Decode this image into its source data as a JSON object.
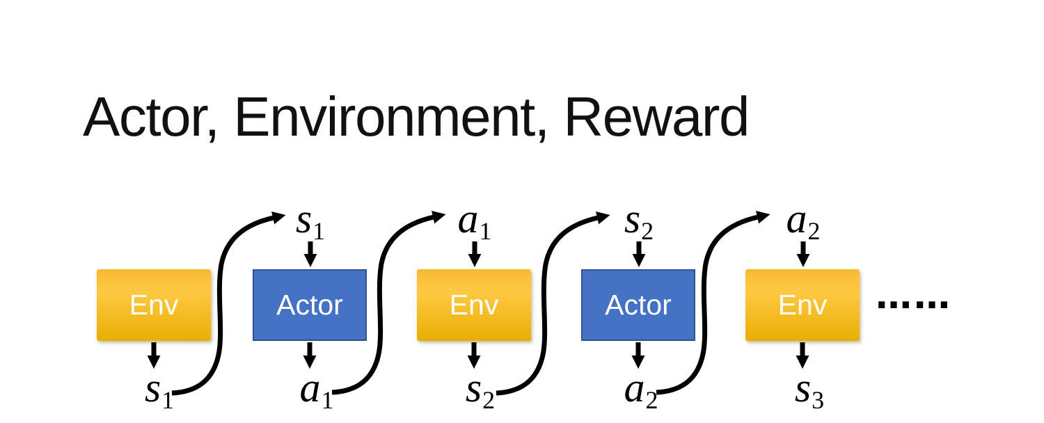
{
  "title": "Actor, Environment, Reward",
  "diagram": {
    "boxes": [
      {
        "label": "Env",
        "type": "env"
      },
      {
        "label": "Actor",
        "type": "actor"
      },
      {
        "label": "Env",
        "type": "env"
      },
      {
        "label": "Actor",
        "type": "actor"
      },
      {
        "label": "Env",
        "type": "env"
      }
    ],
    "top_labels": [
      {
        "base": "s",
        "sub": "1"
      },
      {
        "base": "a",
        "sub": "1"
      },
      {
        "base": "s",
        "sub": "2"
      },
      {
        "base": "a",
        "sub": "2"
      }
    ],
    "bottom_labels": [
      {
        "base": "s",
        "sub": "1"
      },
      {
        "base": "a",
        "sub": "1"
      },
      {
        "base": "s",
        "sub": "2"
      },
      {
        "base": "a",
        "sub": "2"
      },
      {
        "base": "s",
        "sub": "3"
      }
    ],
    "ellipsis": "……",
    "colors": {
      "env_top": "#F6BA31",
      "env_bottom": "#E9AE03",
      "actor_fill": "#4472C4",
      "actor_border": "#2F528F",
      "arrow": "#000000"
    }
  }
}
